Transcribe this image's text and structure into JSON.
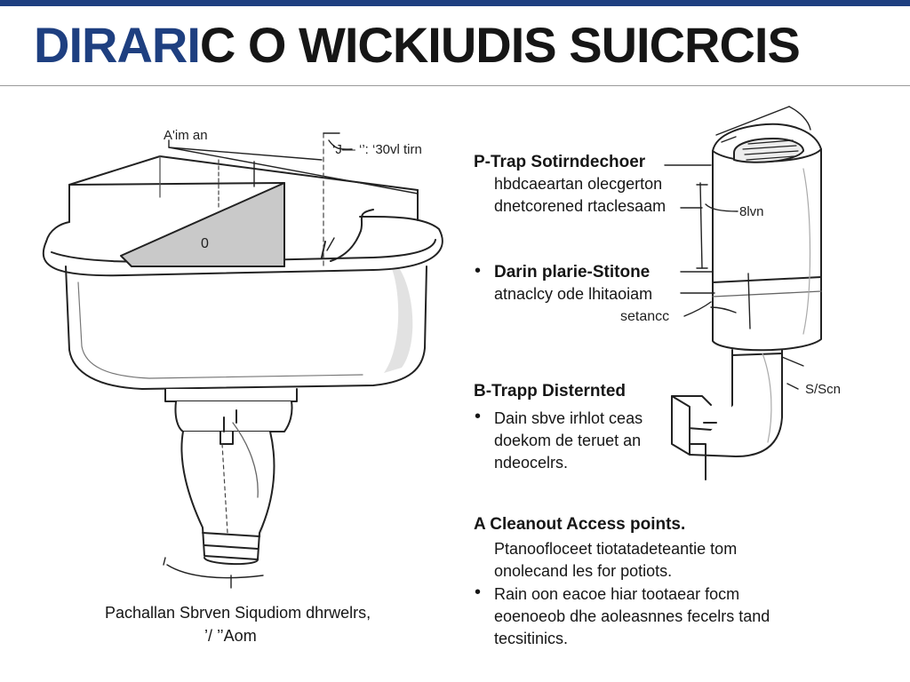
{
  "header": {
    "title_accent": "DIRARI",
    "title_rest": "C O WICKIUDIS SUICRCIS",
    "accent_color": "#1e3f80"
  },
  "sink_diagram": {
    "dim_top_left": "A'im an",
    "dim_top_right": "‘J— ‘’: ‘30vl tirn",
    "inner_mark": "0",
    "caption_line1": "Pachallan Sbrven Siqudiom dhrwelrs,",
    "caption_line2": "’/ ’’Aom"
  },
  "trap_diagram": {
    "dim_side": "8lvn",
    "dim_bottom": "S/Scn"
  },
  "annotations": {
    "p_trap": {
      "heading": "P-Trap Sotirndechoer",
      "line1": "hbdcaeartan olecgerton",
      "line2": "dnetcorened rtaclesaam"
    },
    "drain": {
      "bullet": "•",
      "heading": "Darin plarie-Stitone",
      "line1": "atnaclcy ode lhitaoiam",
      "line2": "setancc"
    },
    "b_trap": {
      "heading": "B-Trapp Disternted",
      "bullet": "•",
      "line1": "Dain sbve irhlot ceas",
      "line2": "doekom de teruet an",
      "line3": "ndeocelrs."
    },
    "cleanout": {
      "heading": "A  Cleanout Access points.",
      "line1": "Ptanoofloceet tiotatadeteantie tom",
      "line2": "onolecand les for potiots.",
      "bullet": "•",
      "line3": "Rain oon eacoe hiar tootaear focm",
      "line4": "eoenoeob dhe aoleasnnes fecelrs tand",
      "line5": "tecsitinics."
    }
  }
}
